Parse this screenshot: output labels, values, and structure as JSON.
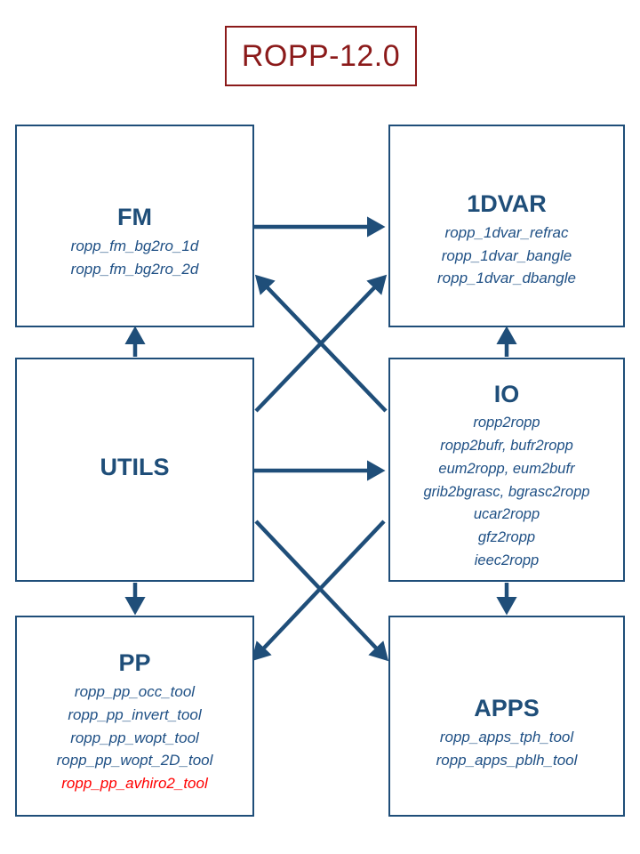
{
  "title": {
    "label": "ROPP-12.0",
    "border_color": "#8B1A1A",
    "text_color": "#8B1A1A"
  },
  "theme": {
    "box_border": "#1F4E79",
    "heading": "#1F4E79",
    "item_text": "#1F5085",
    "arrow": "#1F4E79",
    "highlight": "#FF0000",
    "background": "#FFFFFF"
  },
  "modules": {
    "fm": {
      "title": "FM",
      "items": [
        {
          "label": "ropp_fm_bg2ro_1d",
          "highlight": false
        },
        {
          "label": "ropp_fm_bg2ro_2d",
          "highlight": false
        }
      ]
    },
    "onedvar": {
      "title": "1DVAR",
      "items": [
        {
          "label": "ropp_1dvar_refrac",
          "highlight": false
        },
        {
          "label": "ropp_1dvar_bangle",
          "highlight": false
        },
        {
          "label": "ropp_1dvar_dbangle",
          "highlight": false
        }
      ]
    },
    "utils": {
      "title": "UTILS",
      "items": []
    },
    "io": {
      "title": "IO",
      "items": [
        {
          "label": "ropp2ropp",
          "highlight": false
        },
        {
          "label": "ropp2bufr, bufr2ropp",
          "highlight": false
        },
        {
          "label": "eum2ropp, eum2bufr",
          "highlight": false
        },
        {
          "label": "grib2bgrasc, bgrasc2ropp",
          "highlight": false
        },
        {
          "label": "ucar2ropp",
          "highlight": false
        },
        {
          "label": "gfz2ropp",
          "highlight": false
        },
        {
          "label": "ieec2ropp",
          "highlight": false
        }
      ]
    },
    "pp": {
      "title": "PP",
      "items": [
        {
          "label": "ropp_pp_occ_tool",
          "highlight": false
        },
        {
          "label": "ropp_pp_invert_tool",
          "highlight": false
        },
        {
          "label": "ropp_pp_wopt_tool",
          "highlight": false
        },
        {
          "label": "ropp_pp_wopt_2D_tool",
          "highlight": false
        },
        {
          "label": "ropp_pp_avhiro2_tool",
          "highlight": true
        }
      ]
    },
    "apps": {
      "title": "APPS",
      "items": [
        {
          "label": "ropp_apps_tph_tool",
          "highlight": false
        },
        {
          "label": "ropp_apps_pblh_tool",
          "highlight": false
        }
      ]
    }
  },
  "connections": [
    {
      "name": "fm-to-1dvar",
      "from": "fm",
      "to": "onedvar",
      "direction": "right"
    },
    {
      "name": "utils-to-fm",
      "from": "utils",
      "to": "fm",
      "direction": "up"
    },
    {
      "name": "io-to-1dvar",
      "from": "io",
      "to": "onedvar",
      "direction": "up"
    },
    {
      "name": "io-to-fm",
      "from": "io",
      "to": "fm",
      "direction": "up-left"
    },
    {
      "name": "utils-to-1dvar",
      "from": "utils",
      "to": "onedvar",
      "direction": "up-right"
    },
    {
      "name": "utils-to-io",
      "from": "utils",
      "to": "io",
      "direction": "right"
    },
    {
      "name": "utils-to-pp",
      "from": "utils",
      "to": "pp",
      "direction": "down"
    },
    {
      "name": "io-to-apps",
      "from": "io",
      "to": "apps",
      "direction": "down"
    },
    {
      "name": "io-to-pp",
      "from": "io",
      "to": "pp",
      "direction": "down-left"
    },
    {
      "name": "utils-to-apps",
      "from": "utils",
      "to": "apps",
      "direction": "down-right"
    }
  ]
}
